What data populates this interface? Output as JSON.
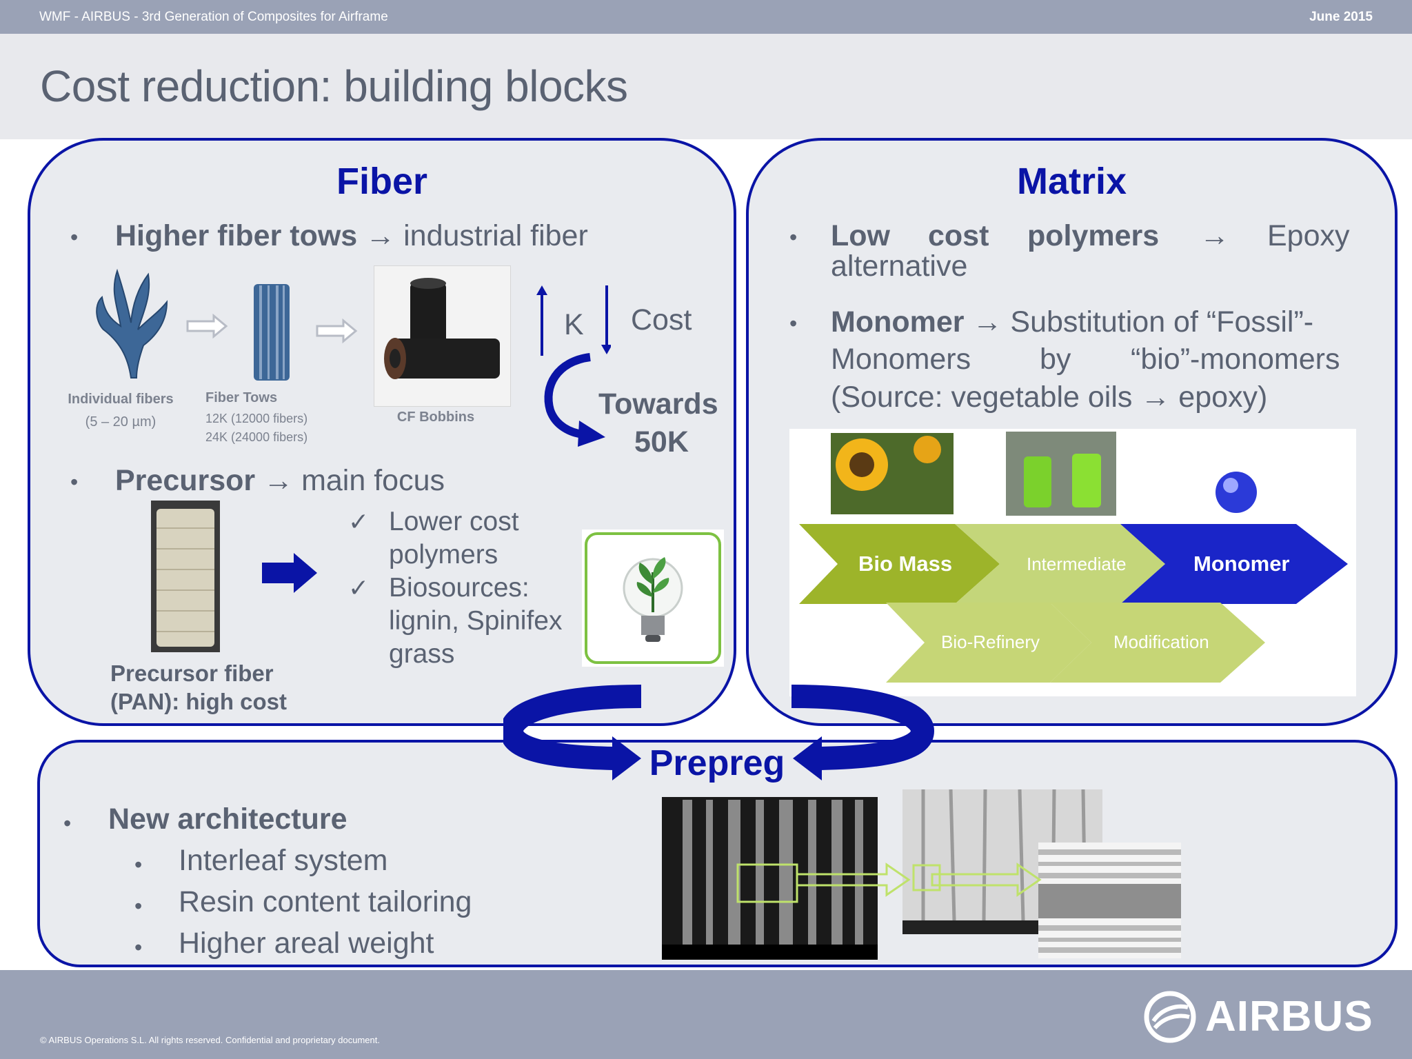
{
  "header": {
    "left": "WMF - AIRBUS - 3rd Generation of Composites for Airframe",
    "right": "June 2015"
  },
  "title": "Cost reduction: building blocks",
  "fiber": {
    "heading": "Fiber",
    "b1_bold": "Higher fiber tows",
    "b1_rest": "industrial fiber",
    "individual_label": "Individual fibers",
    "individual_sub": "(5 – 20 µm)",
    "tows_label": "Fiber Tows",
    "tows_sub1": "12K (12000 fibers)",
    "tows_sub2": "24K (24000 fibers)",
    "bobbins_label": "CF Bobbins",
    "k": "K",
    "cost": "Cost",
    "towards1": "Towards",
    "towards2": "50K",
    "b2_bold": "Precursor",
    "b2_rest": "main focus",
    "check_items": [
      "Lower cost",
      "polymers",
      "Biosources:",
      "lignin, Spinifex",
      "grass"
    ],
    "precursor_label1": "Precursor fiber",
    "precursor_label2": "(PAN): high cost"
  },
  "matrix": {
    "heading": "Matrix",
    "b1_l1": [
      "Low",
      "cost",
      "polymers",
      "→",
      "Epoxy"
    ],
    "b1_l2": "alternative",
    "b2_bold": "Monomer",
    "b2_rest": "Substitution of “Fossil”-",
    "b2_l2": [
      "Monomers",
      "by",
      "“bio”-monomers"
    ],
    "b2_l3": "(Source: vegetable oils → epoxy)",
    "chevrons": {
      "biomass": "Bio Mass",
      "intermediate": "Intermediate",
      "monomer": "Monomer",
      "biorefinery": "Bio-Refinery",
      "modification": "Modification"
    }
  },
  "prepreg": {
    "heading": "Prepreg",
    "b1": "New architecture",
    "sub": [
      "Interleaf system",
      "Resin content tailoring",
      "Higher areal weight"
    ]
  },
  "footer": {
    "copyright": "© AIRBUS Operations S.L. All rights reserved. Confidential and proprietary document.",
    "logo": "AIRBUS"
  },
  "colors": {
    "accent": "#0a14a6",
    "text": "#5a6272",
    "bar": "#9aa2b6"
  }
}
